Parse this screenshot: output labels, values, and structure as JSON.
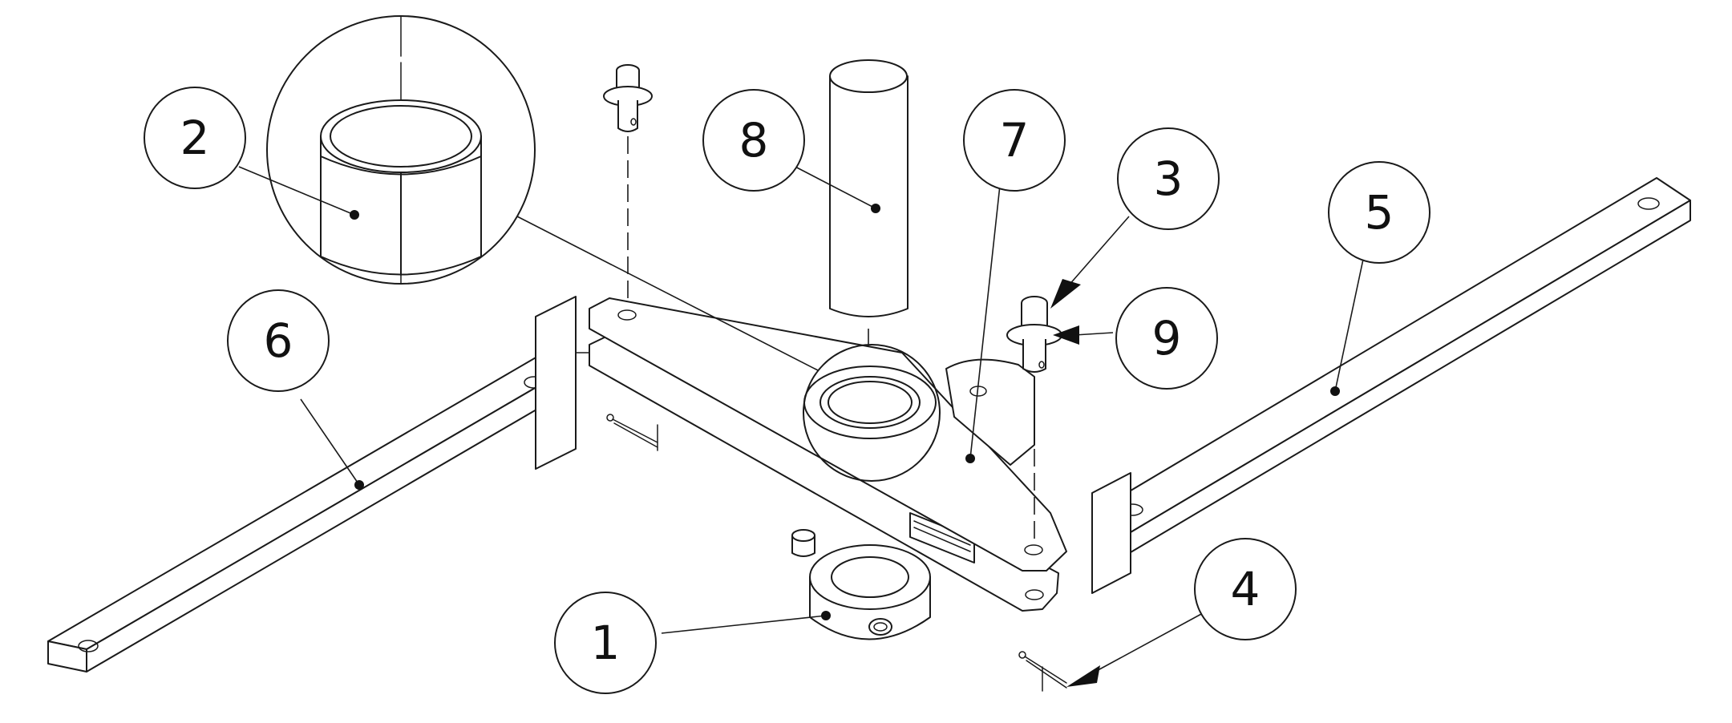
{
  "diagram": {
    "type": "exploded-assembly",
    "callouts": [
      {
        "id": "callout-1",
        "label": "1"
      },
      {
        "id": "callout-2",
        "label": "2"
      },
      {
        "id": "callout-3",
        "label": "3"
      },
      {
        "id": "callout-4",
        "label": "4"
      },
      {
        "id": "callout-5",
        "label": "5"
      },
      {
        "id": "callout-6",
        "label": "6"
      },
      {
        "id": "callout-7",
        "label": "7"
      },
      {
        "id": "callout-8",
        "label": "8"
      },
      {
        "id": "callout-9",
        "label": "9"
      }
    ]
  }
}
